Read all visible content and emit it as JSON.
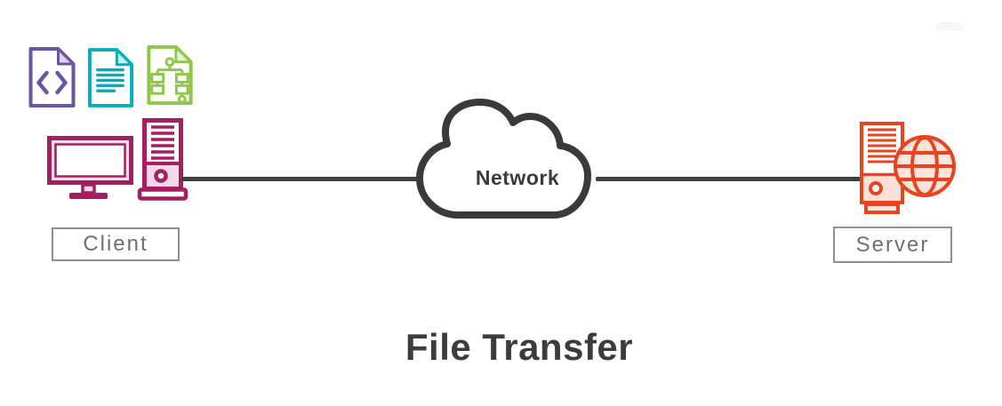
{
  "diagram": {
    "title": "File Transfer",
    "cloud_label": "Network",
    "client": {
      "label": "Client",
      "devices": [
        "desktop-monitor",
        "computer-tower"
      ],
      "file_icons": [
        "code-file-icon",
        "text-document-icon",
        "hierarchy-file-icon"
      ]
    },
    "server": {
      "label": "Server",
      "devices": [
        "server-tower",
        "globe"
      ]
    },
    "colors": {
      "purple": "#6B54A5",
      "purple_tint": "#DCD5EB",
      "teal": "#00AFBF",
      "teal_tint": "#CDEFF2",
      "green": "#8FC74A",
      "green_tint": "#E8F4D8",
      "magenta": "#A61D62",
      "magenta_tint": "#F2D9E5",
      "orange": "#E8441F",
      "orange_tint": "#FBE1D9",
      "globe_tint": "#FBE4DC",
      "dark_gray": "#3B3B3B",
      "label_text": "#6F6F6F",
      "label_border": "#8F8F8F"
    }
  }
}
